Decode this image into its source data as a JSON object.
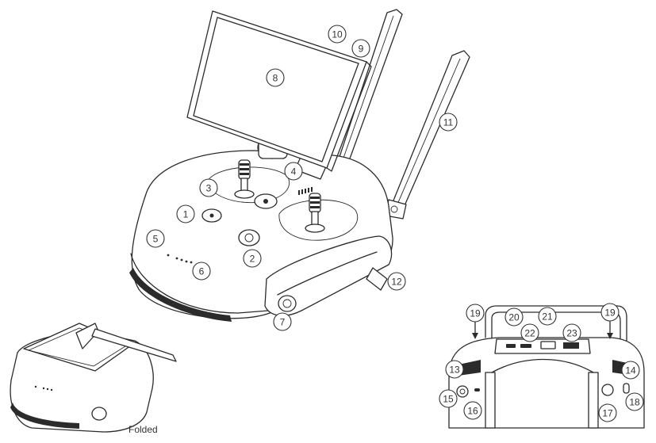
{
  "callouts": [
    {
      "id": "1",
      "label": "1"
    },
    {
      "id": "2",
      "label": "2"
    },
    {
      "id": "3",
      "label": "3"
    },
    {
      "id": "4",
      "label": "4"
    },
    {
      "id": "5",
      "label": "5"
    },
    {
      "id": "6",
      "label": "6"
    },
    {
      "id": "7",
      "label": "7"
    },
    {
      "id": "8",
      "label": "8"
    },
    {
      "id": "9",
      "label": "9"
    },
    {
      "id": "10",
      "label": "10"
    },
    {
      "id": "11",
      "label": "11"
    },
    {
      "id": "12",
      "label": "12"
    },
    {
      "id": "13",
      "label": "13"
    },
    {
      "id": "14",
      "label": "14"
    },
    {
      "id": "15",
      "label": "15"
    },
    {
      "id": "16",
      "label": "16"
    },
    {
      "id": "17",
      "label": "17"
    },
    {
      "id": "18",
      "label": "18"
    },
    {
      "id": "19a",
      "label": "19"
    },
    {
      "id": "19b",
      "label": "19"
    },
    {
      "id": "20",
      "label": "20"
    },
    {
      "id": "21",
      "label": "21"
    },
    {
      "id": "22",
      "label": "22"
    },
    {
      "id": "23",
      "label": "23"
    }
  ],
  "captions": {
    "folded": "Folded"
  }
}
